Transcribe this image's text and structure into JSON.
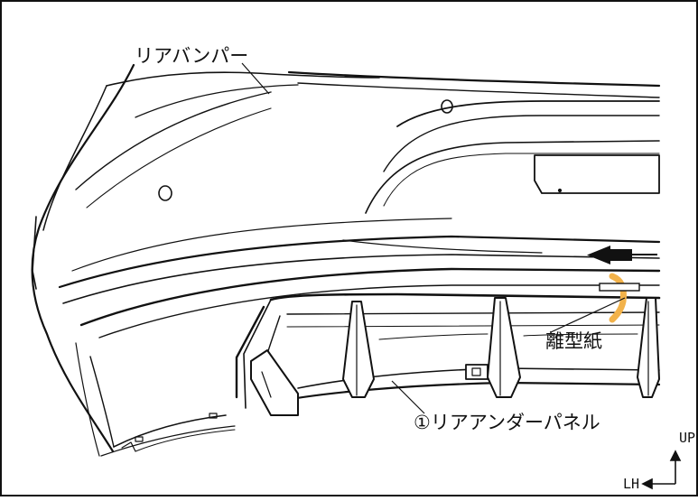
{
  "labels": {
    "rear_bumper": "リアバンパー",
    "release_paper": "離型紙",
    "rear_under_panel": "①リアアンダーパネル"
  },
  "direction": {
    "up": "UP",
    "left_hand": "LH"
  },
  "colors": {
    "tape": "#f2b24a",
    "line": "#111111",
    "fill": "#ffffff"
  },
  "icons": {
    "install_direction": "arrow-left-icon",
    "orientation": "up-lh-axis-icon"
  }
}
